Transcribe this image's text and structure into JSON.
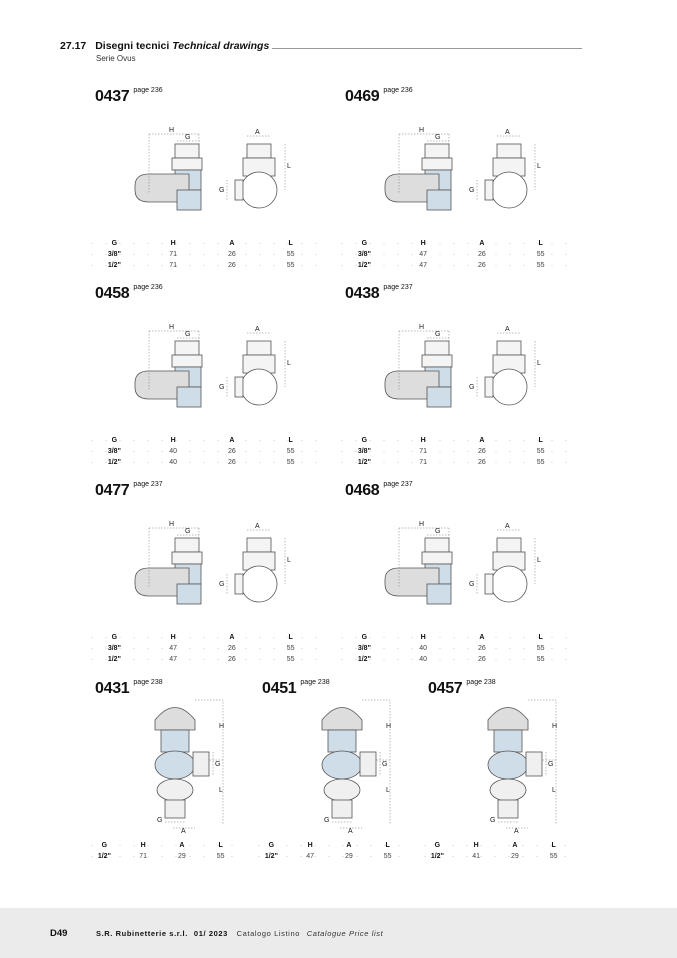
{
  "header": {
    "section": "27.17",
    "title": "Disegni tecnici",
    "title_en": "Technical drawings",
    "subtitle": "Serie Ovus"
  },
  "dimension_labels": {
    "h": "H",
    "g": "G",
    "a": "A",
    "l": "L"
  },
  "table_headers": [
    "G",
    "H",
    "A",
    "L"
  ],
  "products": [
    {
      "code": "0437",
      "page": "page 236",
      "rows": [
        [
          "3/8\"",
          "71",
          "26",
          "55"
        ],
        [
          "1/2\"",
          "71",
          "26",
          "55"
        ]
      ]
    },
    {
      "code": "0469",
      "page": "page 236",
      "rows": [
        [
          "3/8\"",
          "47",
          "26",
          "55"
        ],
        [
          "1/2\"",
          "47",
          "26",
          "55"
        ]
      ]
    },
    {
      "code": "0458",
      "page": "page 236",
      "rows": [
        [
          "3/8\"",
          "40",
          "26",
          "55"
        ],
        [
          "1/2\"",
          "40",
          "26",
          "55"
        ]
      ]
    },
    {
      "code": "0438",
      "page": "page 237",
      "rows": [
        [
          "3/8\"",
          "71",
          "26",
          "55"
        ],
        [
          "1/2\"",
          "71",
          "26",
          "55"
        ]
      ]
    },
    {
      "code": "0477",
      "page": "page 237",
      "rows": [
        [
          "3/8\"",
          "47",
          "26",
          "55"
        ],
        [
          "1/2\"",
          "47",
          "26",
          "55"
        ]
      ]
    },
    {
      "code": "0468",
      "page": "page 237",
      "rows": [
        [
          "3/8\"",
          "40",
          "26",
          "55"
        ],
        [
          "1/2\"",
          "40",
          "26",
          "55"
        ]
      ]
    },
    {
      "code": "0431",
      "page": "page 238",
      "rows": [
        [
          "1/2\"",
          "71",
          "29",
          "55"
        ]
      ]
    },
    {
      "code": "0451",
      "page": "page 238",
      "rows": [
        [
          "1/2\"",
          "47",
          "29",
          "55"
        ]
      ]
    },
    {
      "code": "0457",
      "page": "page 238",
      "rows": [
        [
          "1/2\"",
          "41",
          "29",
          "55"
        ]
      ]
    }
  ],
  "footer": {
    "page": "D49",
    "company": "S.R. Rubinetterie s.r.l.",
    "edition": "01/ 2023",
    "catalog": "Catalogo Listino",
    "catalog_en": "Catalogue Price list"
  }
}
